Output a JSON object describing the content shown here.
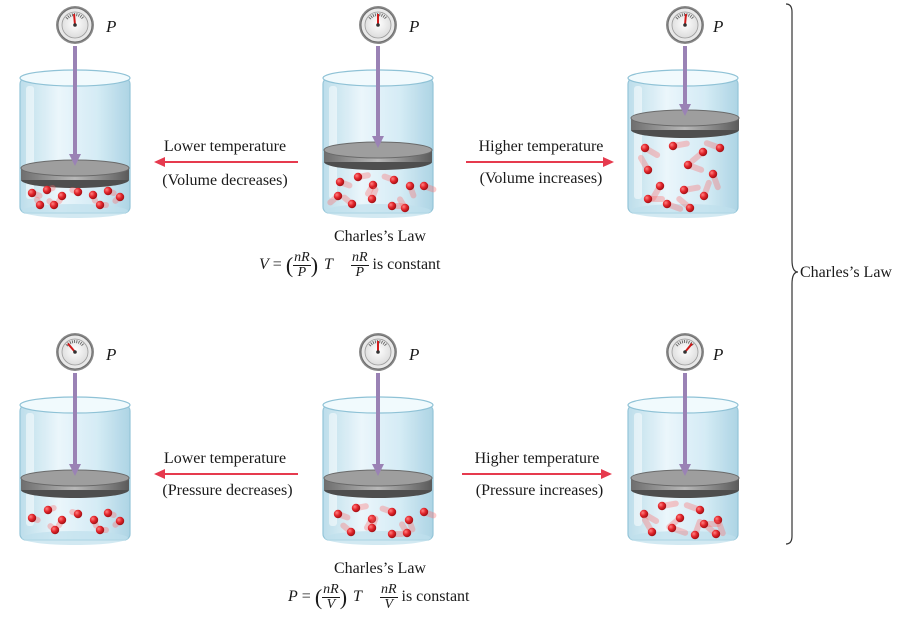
{
  "pressure_symbol": "P",
  "top_row": {
    "left_arrow": {
      "line1": "Lower temperature",
      "line2": "(Volume decreases)"
    },
    "right_arrow": {
      "line1": "Higher temperature",
      "line2": "(Volume increases)"
    },
    "law_title": "Charles’s Law",
    "equation": {
      "lhs": "V",
      "eq": "=",
      "num": "nR",
      "den": "P",
      "var": "T",
      "const_num": "nR",
      "const_den": "P",
      "const_text": "is constant"
    }
  },
  "bottom_row": {
    "left_arrow": {
      "line1": "Lower temperature",
      "line2": "(Pressure decreases)"
    },
    "right_arrow": {
      "line1": "Higher temperature",
      "line2": "(Pressure increases)"
    },
    "law_title": "Charles’s Law",
    "equation": {
      "lhs": "P",
      "eq": "=",
      "num": "nR",
      "den": "V",
      "var": "T",
      "const_num": "nR",
      "const_den": "V",
      "const_text": "is constant"
    }
  },
  "brace_label": "Charles’s Law",
  "colors": {
    "arrow": "#e63a4e",
    "rod": "#9a82b5",
    "molecule": "#d81e28",
    "glass": "#cfe8f3"
  }
}
